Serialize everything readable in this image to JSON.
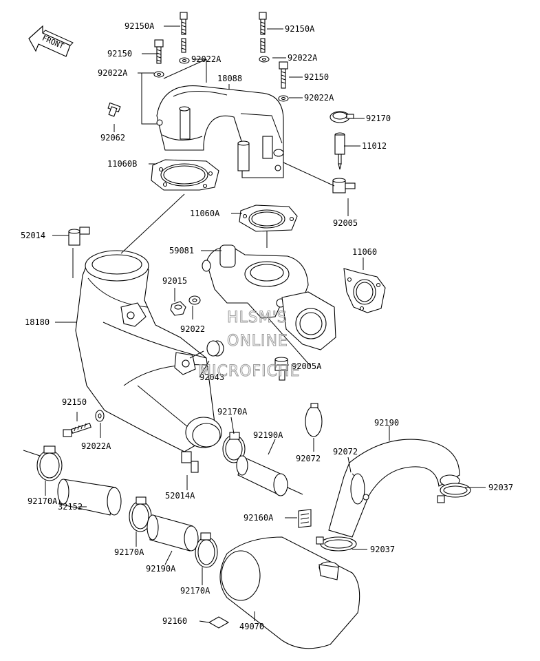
{
  "labels": {
    "l_92150A_top": "92150A",
    "l_92150A_right": "92150A",
    "l_92150_left": "92150",
    "l_92022A_mid": "92022A",
    "l_92022A_right1": "92022A",
    "l_92022A_left": "92022A",
    "l_18088": "18088",
    "l_92150_right": "92150",
    "l_92022A_right2": "92022A",
    "l_92170": "92170",
    "l_92062": "92062",
    "l_11012": "11012",
    "l_11060B": "11060B",
    "l_92005": "92005",
    "l_11060A": "11060A",
    "l_52014": "52014",
    "l_59081": "59081",
    "l_11060": "11060",
    "l_92015": "92015",
    "l_18180": "18180",
    "l_92022": "92022",
    "l_92005A": "92005A",
    "l_92043": "92043",
    "l_92150_lower": "92150",
    "l_92170A_1": "92170A",
    "l_92190": "92190",
    "l_92022A_lower": "92022A",
    "l_92190A_1": "92190A",
    "l_92072_1": "92072",
    "l_92072_2": "92072",
    "l_92037_1": "92037",
    "l_52014A": "52014A",
    "l_92170A_2": "92170A",
    "l_32152": "32152",
    "l_92160A": "92160A",
    "l_92170A_3": "92170A",
    "l_92037_2": "92037",
    "l_92190A_2": "92190A",
    "l_92170A_4": "92170A",
    "l_92160": "92160",
    "l_49070": "49070"
  },
  "front_arrow": "FRONT",
  "watermark": [
    "HLSM'S",
    "ONLINE",
    "MICROFICHE"
  ]
}
